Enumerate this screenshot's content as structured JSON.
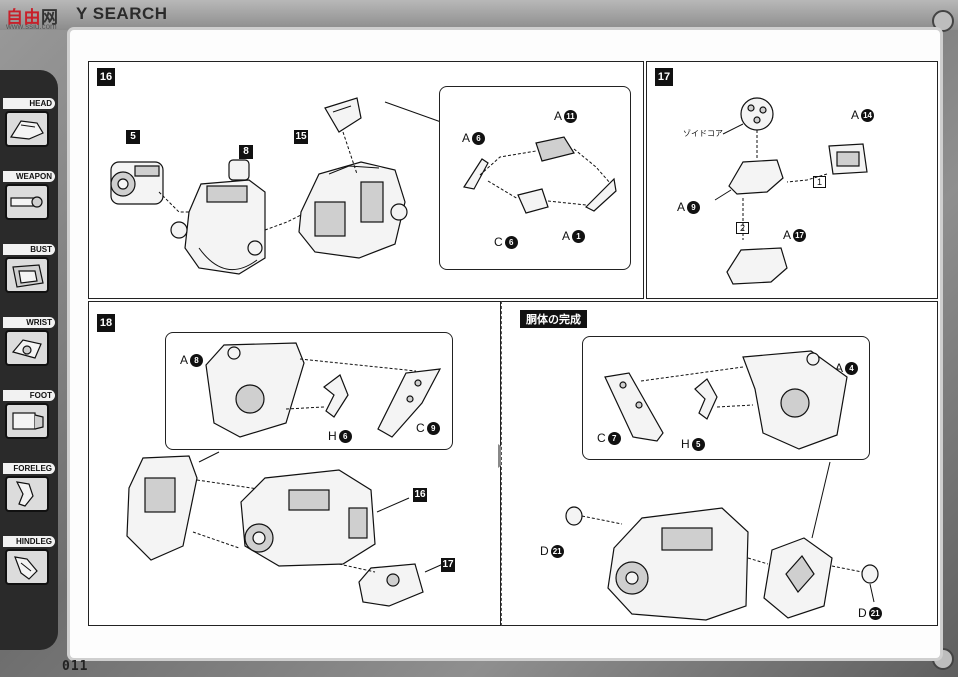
{
  "header": {
    "logo_text": "自由",
    "logo_rest": "网",
    "title": "Y SEARCH",
    "watermark": "www.ssiu.com"
  },
  "sidebar": {
    "items": [
      {
        "label": "HEAD"
      },
      {
        "label": "WEAPON"
      },
      {
        "label": "BUST"
      },
      {
        "label": "WRIST"
      },
      {
        "label": "FOOT"
      },
      {
        "label": "FORELEG"
      },
      {
        "label": "HINDLEG"
      }
    ]
  },
  "page_number": "011",
  "steps": {
    "s16": {
      "number": "16",
      "tags": [
        "5",
        "8",
        "15"
      ],
      "parts": [
        {
          "letter": "A",
          "num": "11"
        },
        {
          "letter": "A",
          "num": "6"
        },
        {
          "letter": "C",
          "num": "6"
        },
        {
          "letter": "A",
          "num": "1"
        }
      ]
    },
    "s17": {
      "number": "17",
      "note": "ゾイドコア",
      "parts": [
        {
          "letter": "A",
          "num": "14"
        },
        {
          "letter": "A",
          "num": "9"
        },
        {
          "letter": "A",
          "num": "17"
        }
      ],
      "seq": [
        "1",
        "2"
      ]
    },
    "s18": {
      "number": "18",
      "tags": [
        "16",
        "17"
      ],
      "parts": [
        {
          "letter": "A",
          "num": "8"
        },
        {
          "letter": "H",
          "num": "6"
        },
        {
          "letter": "C",
          "num": "9"
        }
      ]
    },
    "complete": {
      "title": "胴体の完成",
      "parts": [
        {
          "letter": "A",
          "num": "4"
        },
        {
          "letter": "C",
          "num": "7"
        },
        {
          "letter": "H",
          "num": "5"
        },
        {
          "letter": "D",
          "num": "21"
        },
        {
          "letter": "D",
          "num": "21"
        }
      ]
    }
  }
}
